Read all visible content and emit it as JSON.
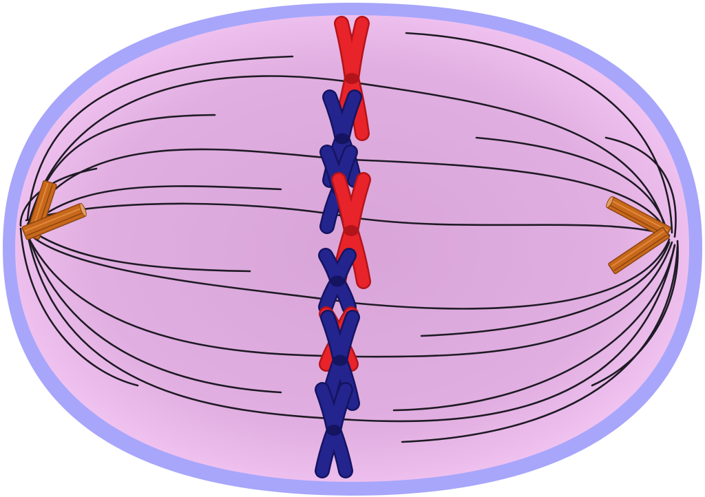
{
  "diagram": {
    "subject": "cell-metaphase",
    "colors": {
      "background": "#ffffff",
      "membrane": "#a7a6fb",
      "cytoplasm_light": "#f2c4f2",
      "cytoplasm_dark": "#dca9dc",
      "spindle_fiber": "#1e1a24",
      "centriole": "#c8681c",
      "centriole_dark": "#8a4410",
      "chromosome_red": "#e8232a",
      "chromosome_red_dark": "#b3141a",
      "chromosome_blue": "#24248f",
      "chromosome_blue_dark": "#141460"
    },
    "chromosome_count": 8,
    "chromosome_colors": [
      "red",
      "blue",
      "blue",
      "red",
      "blue",
      "red",
      "blue",
      "blue"
    ],
    "centriole_pair_count": 2
  }
}
